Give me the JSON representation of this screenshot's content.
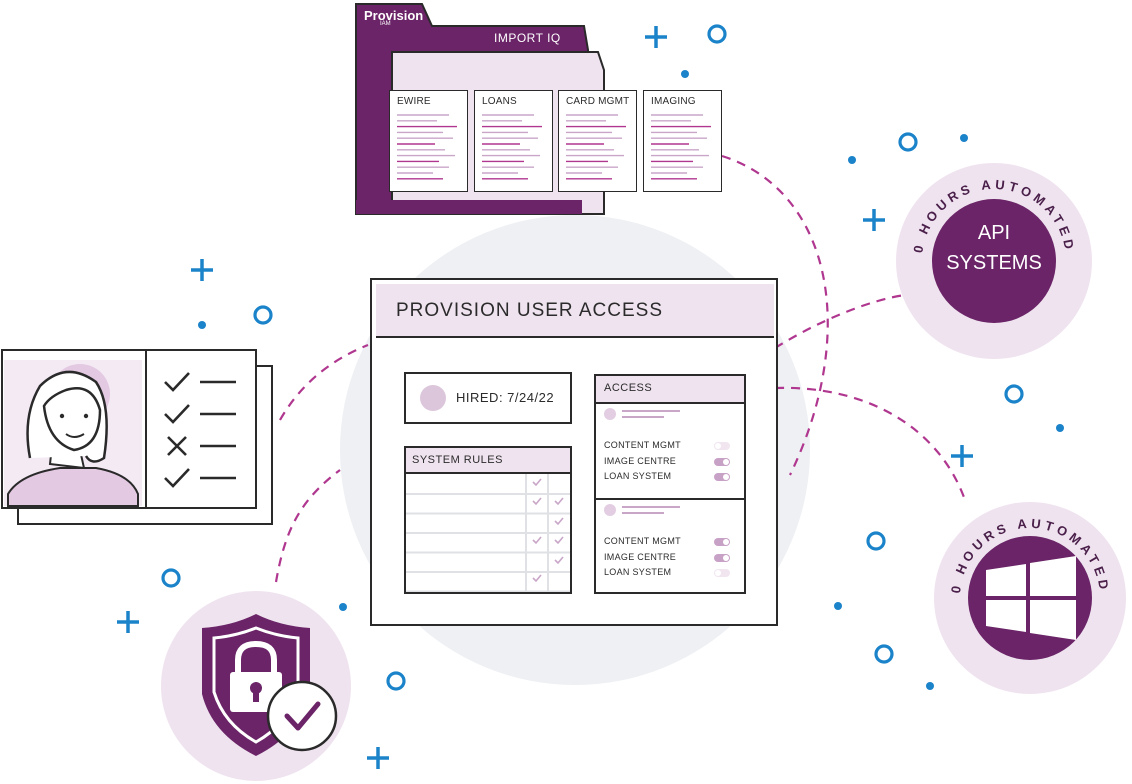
{
  "colors": {
    "purple": "#6a2467",
    "light_purple": "#efe3ef",
    "mid_purple": "#c9a6c8",
    "blue": "#1b83c9",
    "dash": "#b0378f",
    "ink": "#2a2a2a",
    "bg_circle": "#eef0f3"
  },
  "folder": {
    "brand": "Provision",
    "brand_sub": "IAM",
    "title": "IMPORT IQ",
    "docs": [
      "EWIRE",
      "LOANS",
      "CARD MGMT",
      "IMAGING"
    ]
  },
  "main_window": {
    "title": "PROVISION USER ACCESS",
    "hired_label": "HIRED: 7/24/22",
    "system_rules_title": "SYSTEM RULES",
    "access_title": "ACCESS",
    "access_groups": [
      {
        "items": [
          {
            "label": "CONTENT MGMT",
            "toggle_on": false
          },
          {
            "label": "IMAGE CENTRE",
            "toggle_on": true
          },
          {
            "label": "LOAN SYSTEM",
            "toggle_on": true
          }
        ]
      },
      {
        "items": [
          {
            "label": "CONTENT MGMT",
            "toggle_on": true
          },
          {
            "label": "IMAGE CENTRE",
            "toggle_on": true
          },
          {
            "label": "LOAN SYSTEM",
            "toggle_on": false
          }
        ]
      }
    ]
  },
  "badges": {
    "api": {
      "ring_text": "0 HOURS AUTOMATED",
      "line1": "API",
      "line2": "SYSTEMS"
    },
    "windows": {
      "ring_text": "0 HOURS AUTOMATED",
      "icon": "windows-logo-icon"
    }
  },
  "profile_card": {
    "icon": "person-avatar-icon",
    "checklist": [
      "check-icon",
      "check-icon",
      "cross-icon",
      "check-icon"
    ]
  },
  "security_badge": {
    "icon": "shield-lock-icon"
  }
}
